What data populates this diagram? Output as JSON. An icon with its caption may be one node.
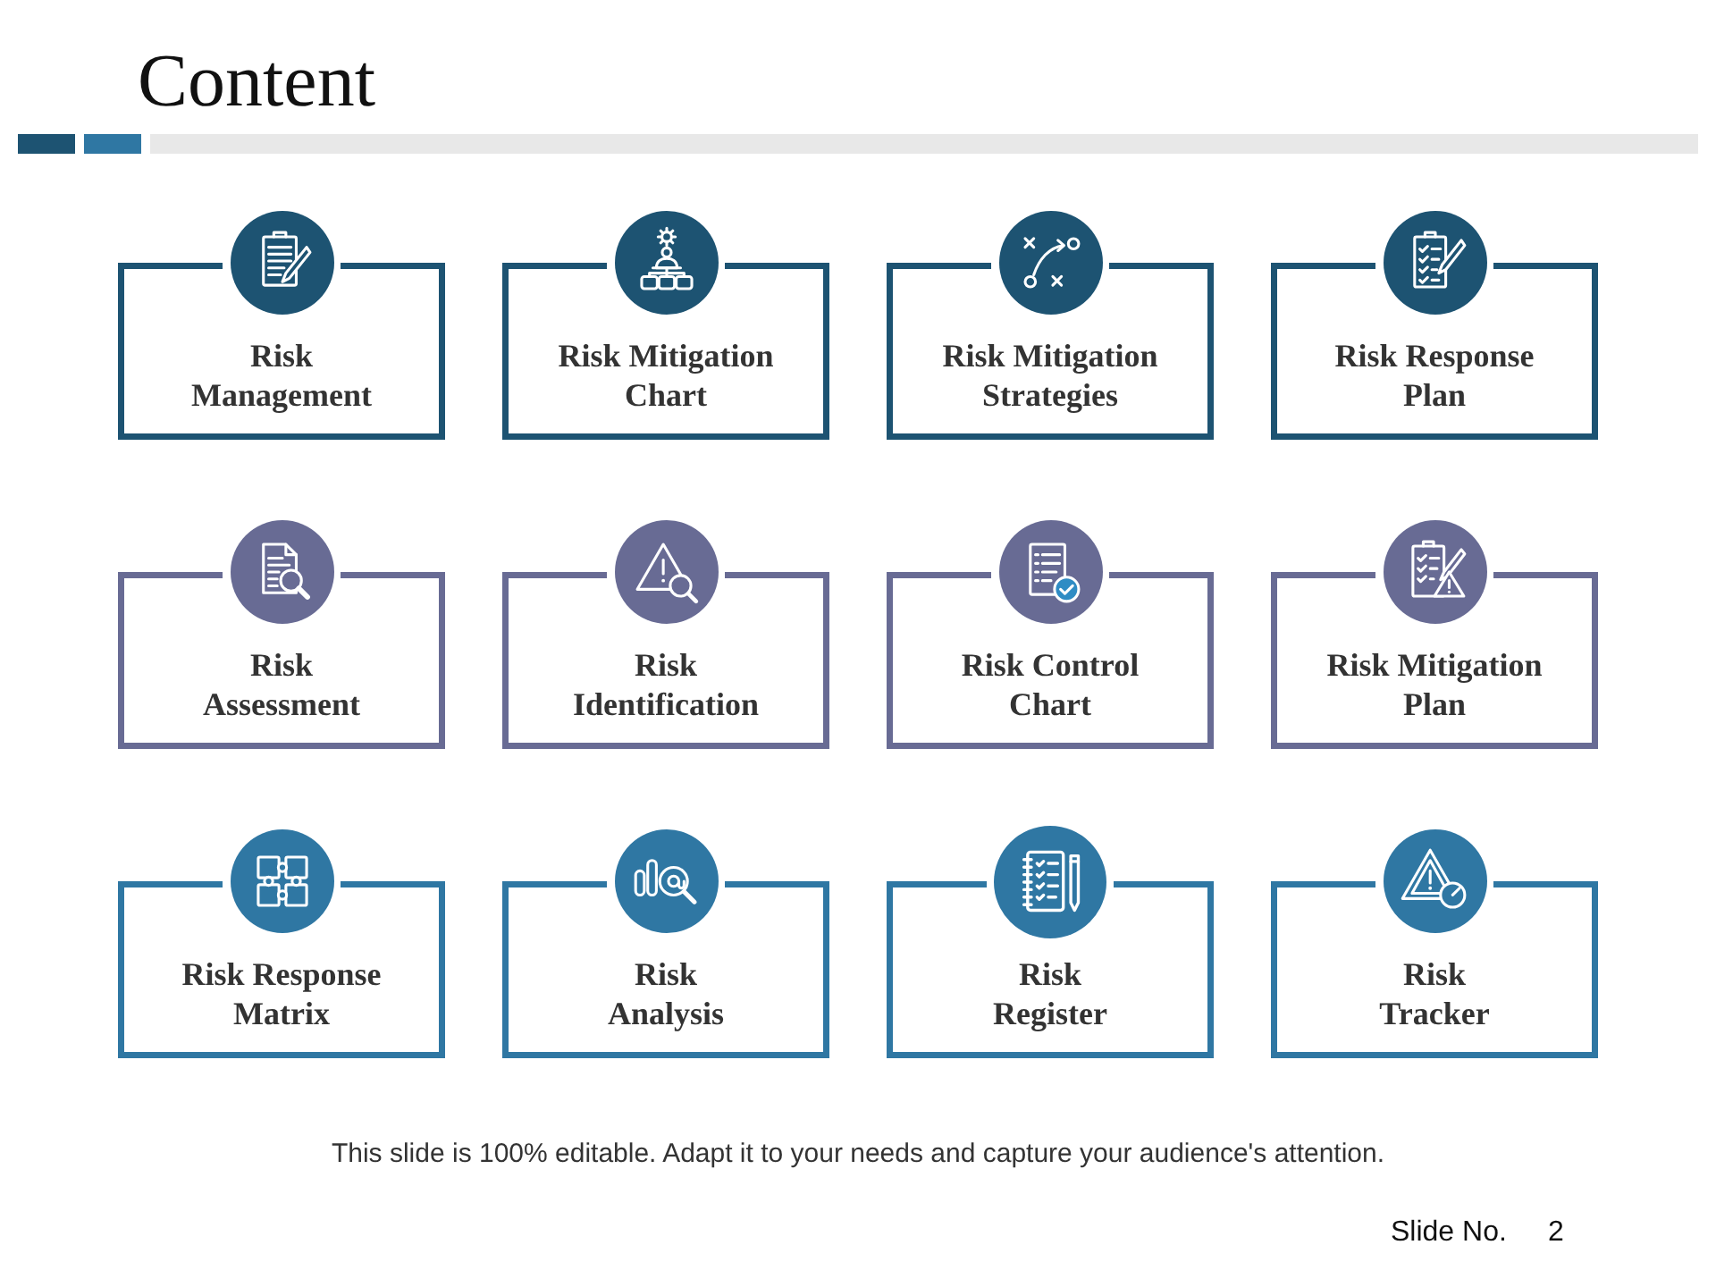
{
  "diagram": {
    "title": "Content",
    "nodes": [
      {
        "text": [
          "Risk Management"
        ]
      },
      {
        "text": [
          "Risk Mitigation Chart"
        ]
      },
      {
        "text": [
          "Risk Mitigation Strategies"
        ]
      },
      {
        "text": [
          "Risk Response Plan"
        ]
      },
      {
        "text": [
          "Risk Assessment"
        ]
      },
      {
        "text": [
          "Risk Identification"
        ]
      },
      {
        "text": [
          "Risk Control Chart"
        ]
      },
      {
        "text": [
          "Risk Mitigation Plan"
        ]
      },
      {
        "text": [
          "Risk Response Matrix"
        ]
      },
      {
        "text": [
          "Risk Analysis"
        ]
      },
      {
        "text": [
          "Risk Register"
        ]
      },
      {
        "text": [
          "Risk Tracker"
        ]
      }
    ],
    "labels": [
      "This slide is 100% editable. Adapt it to your needs and capture your audience's attention.",
      "Slide No.",
      "2"
    ]
  }
}
